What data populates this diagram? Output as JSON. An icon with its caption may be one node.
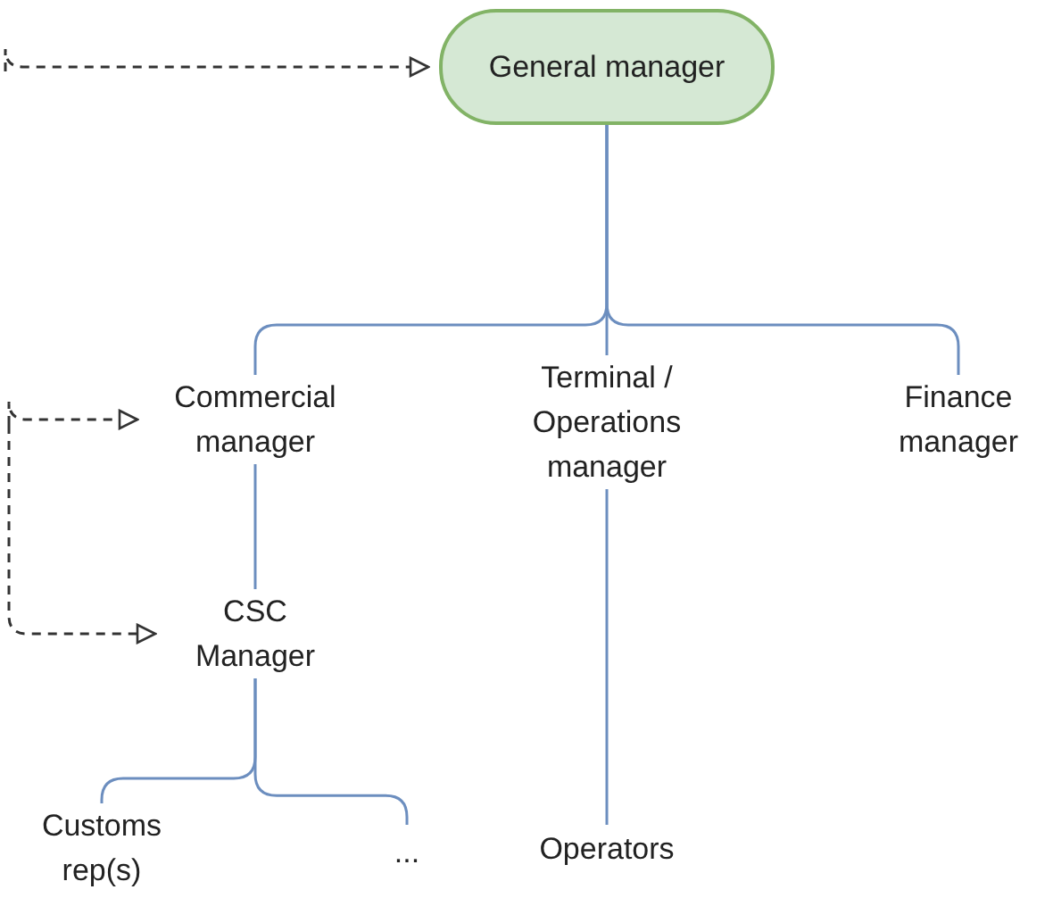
{
  "diagram": {
    "nodes": [
      {
        "text": [
          "General manager"
        ]
      },
      {
        "text": [
          "Commercial manager"
        ]
      },
      {
        "text": [
          "Terminal / Operations manager"
        ]
      },
      {
        "text": [
          "Finance manager"
        ]
      },
      {
        "text": [
          "CSC Manager"
        ]
      },
      {
        "text": [
          "Customs rep(s)"
        ]
      },
      {
        "text": [
          "..."
        ]
      },
      {
        "text": [
          "Operators"
        ]
      }
    ],
    "edges": [
      {
        "from": 0,
        "to": 1,
        "arrow": "none"
      },
      {
        "from": 0,
        "to": 2,
        "arrow": "none"
      },
      {
        "from": 0,
        "to": 3,
        "arrow": "none"
      },
      {
        "from": 1,
        "to": 4,
        "arrow": "none"
      },
      {
        "from": 4,
        "to": 5,
        "arrow": "none"
      },
      {
        "from": 4,
        "to": 6,
        "arrow": "none"
      },
      {
        "from": 2,
        "to": 7,
        "arrow": "none"
      },
      {
        "from": null,
        "to": 0,
        "arrow": "to",
        "style": "dashed",
        "color": "#333333"
      },
      {
        "from": null,
        "to": 1,
        "arrow": "to",
        "style": "dashed",
        "color": "#333333"
      },
      {
        "from": null,
        "to": 4,
        "arrow": "to",
        "style": "dashed",
        "color": "#333333"
      }
    ]
  }
}
